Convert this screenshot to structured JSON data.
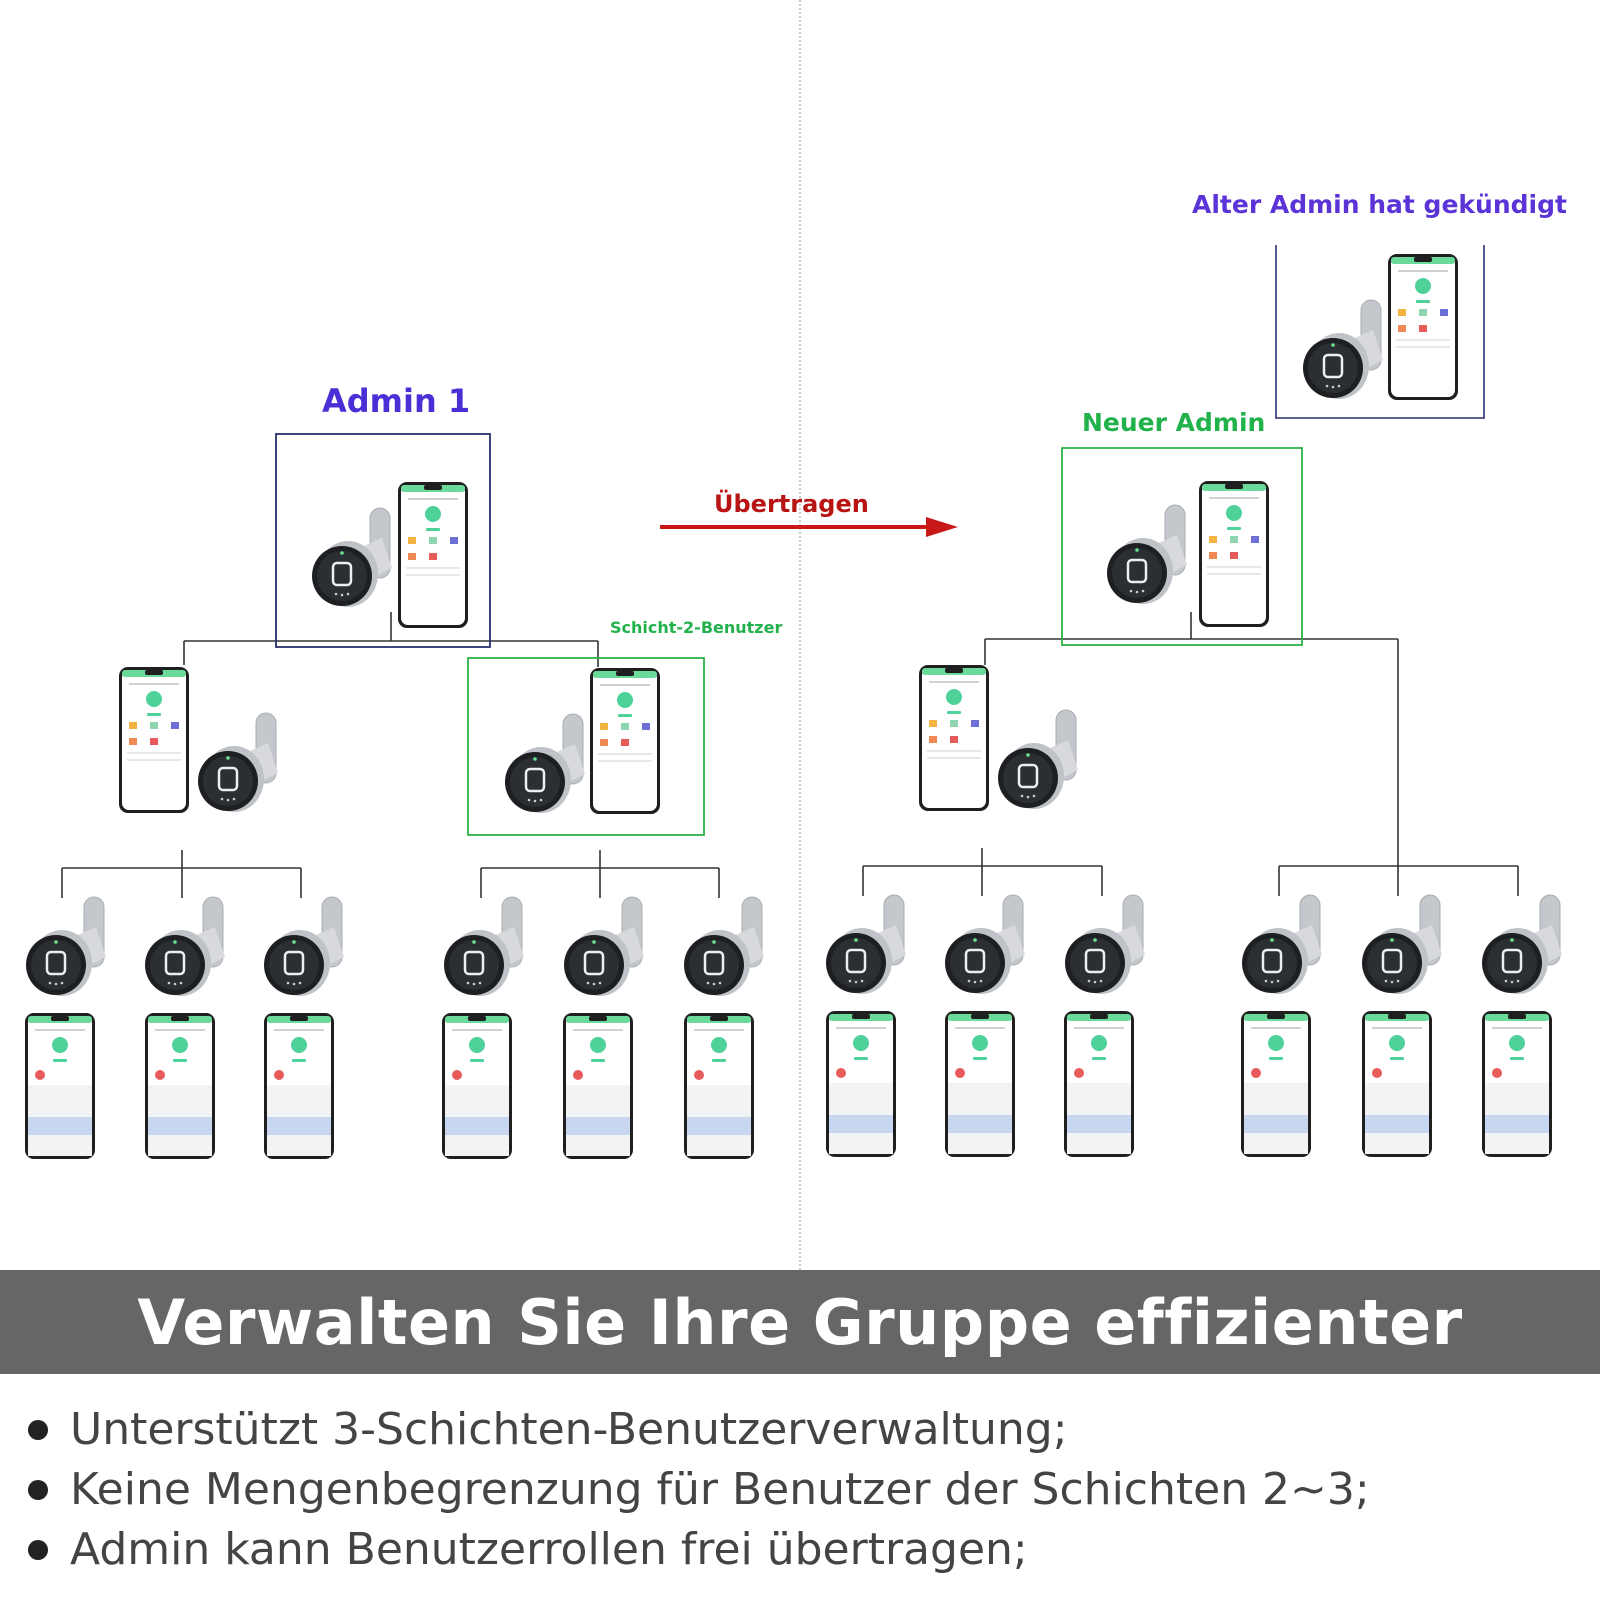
{
  "labels": {
    "admin1": "Admin 1",
    "layer2_user": "Schicht-2-Benutzer",
    "transfer": "Übertragen",
    "new_admin": "Neuer Admin",
    "old_admin": "Alter Admin hat gekündigt"
  },
  "banner": {
    "title": "Verwalten Sie Ihre Gruppe effizienter"
  },
  "bullets": [
    "Unterstützt 3-Schichten-Benutzerverwaltung;",
    "Keine Mengenbegrenzung für Benutzer der Schichten 2~3;",
    "Admin kann Benutzerrollen frei übertragen;"
  ],
  "colors": {
    "admin_box": "#2b2f6e",
    "green_box": "#2cb34a",
    "arrow": "#c81818",
    "connector": "#333333",
    "app_accent": "#4fd19a",
    "banner_bg": "#666666"
  }
}
